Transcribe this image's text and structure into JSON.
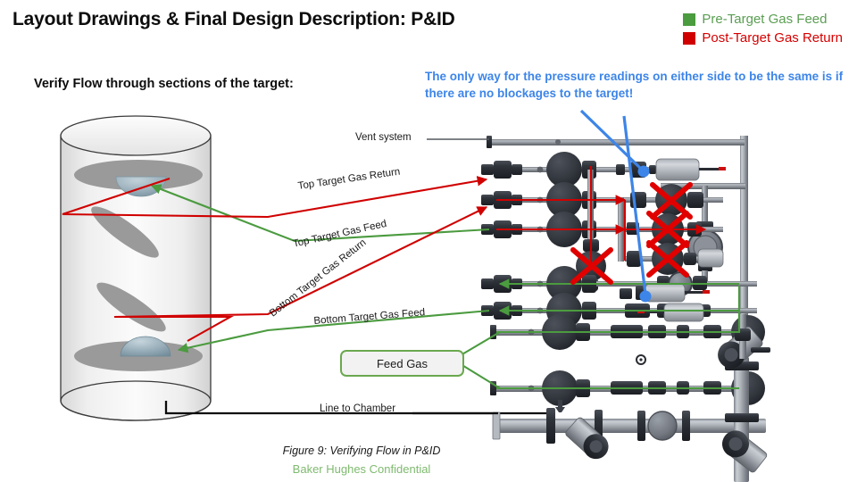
{
  "slide": {
    "title": "Layout Drawings & Final Design Description: P&ID",
    "subtitle": "Verify Flow through sections of the target:",
    "annotation": "The only way for the pressure readings on either side to be the same is if there are no blockages to the target!"
  },
  "legend": {
    "items": [
      {
        "label": "Pre-Target Gas Feed",
        "color": "#4b9b3f"
      },
      {
        "label": "Post-Target Gas Return",
        "color": "#d00000"
      }
    ]
  },
  "diagram": {
    "feed_gas_box": "Feed Gas",
    "labels": {
      "vent_system": "Vent system",
      "top_target_gas_return": "Top Target Gas Return",
      "top_target_gas_feed": "Top Target Gas Feed",
      "bottom_target_gas_return": "Bottom Target Gas Return",
      "bottom_target_gas_feed": "Bottom Target Gas Feed",
      "line_to_chamber": "Line to Chamber"
    },
    "colors": {
      "feed_green": "#4b9b3f",
      "return_red": "#d00000",
      "annotation_blue": "#3d85e8",
      "blocked_x": "#e00000",
      "pipe_metal": "#8a8d94",
      "valve_body": "#3a3e46",
      "vessel_fill": "#efefef",
      "target_dome": "#8fa8b4"
    },
    "blocked_valves_count": 4,
    "pressure_points_count": 2
  },
  "caption": {
    "figure": "Figure 9: Verifying Flow in P&ID",
    "confidential": "Baker Hughes Confidential"
  }
}
